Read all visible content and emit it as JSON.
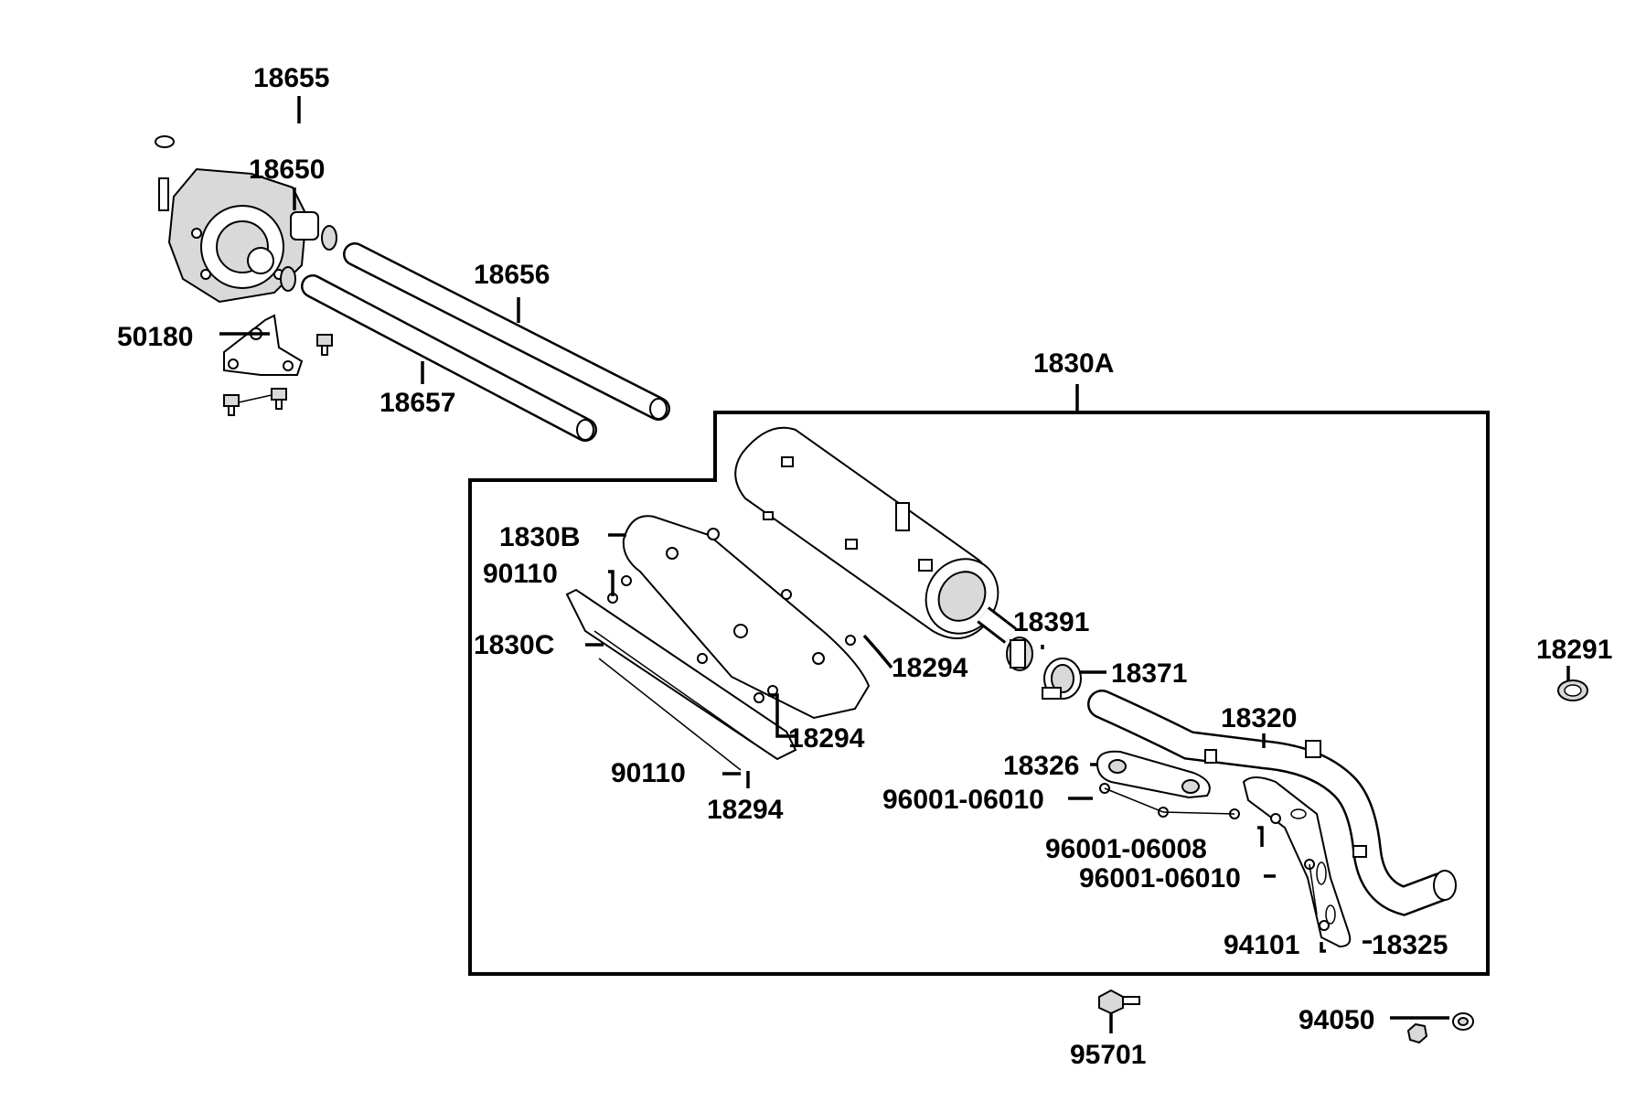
{
  "labels": {
    "p18655": "18655",
    "p18650": "18650",
    "p18656": "18656",
    "p50180": "50180",
    "p18657": "18657",
    "p1830A": "1830A",
    "p1830B": "1830B",
    "p90110a": "90110",
    "p1830C": "1830C",
    "p18294a": "18294",
    "p18294b": "18294",
    "p90110b": "90110",
    "p18294c": "18294",
    "p18391": "18391",
    "p18371": "18371",
    "p18291": "18291",
    "p18320": "18320",
    "p18326": "18326",
    "p96001_06010a": "96001-06010",
    "p96001_06008": "96001-06008",
    "p96001_06010b": "96001-06010",
    "p94101": "94101",
    "p18325": "18325",
    "p95701": "95701",
    "p94050": "94050"
  }
}
